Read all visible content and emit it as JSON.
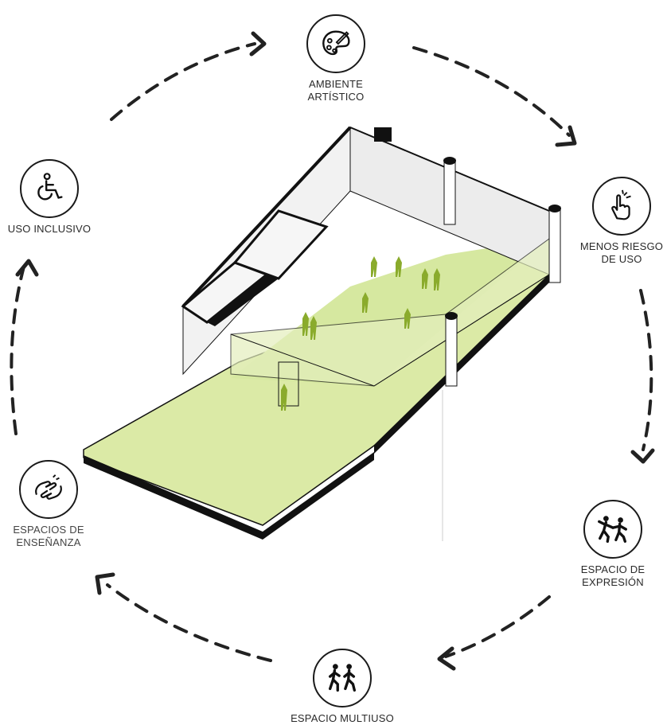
{
  "diagram": {
    "nodes": [
      {
        "id": "ambiente",
        "icon": "palette-icon",
        "lines": [
          "AMBIENTE",
          "ARTÍSTICO"
        ]
      },
      {
        "id": "riesgo",
        "icon": "finger-gesture-icon",
        "lines": [
          "MENOS RIESGO",
          "DE USO"
        ]
      },
      {
        "id": "expresion",
        "icon": "dancing-people-icon",
        "lines": [
          "ESPACIO DE",
          "EXPRESIÓN"
        ]
      },
      {
        "id": "multiuso",
        "icon": "running-people-icon",
        "lines": [
          "ESPACIO MULTIUSO"
        ]
      },
      {
        "id": "ensenanza",
        "icon": "helping-hands-icon",
        "lines": [
          "ESPACIOS DE",
          "ENSEÑANZA"
        ]
      },
      {
        "id": "inclusivo",
        "icon": "wheelchair-icon",
        "lines": [
          "USO INCLUSIVO"
        ]
      }
    ],
    "colors": {
      "accent_green": "#dbeaa6",
      "figure_green": "#8aab2c",
      "line": "#1a1a1a"
    }
  }
}
